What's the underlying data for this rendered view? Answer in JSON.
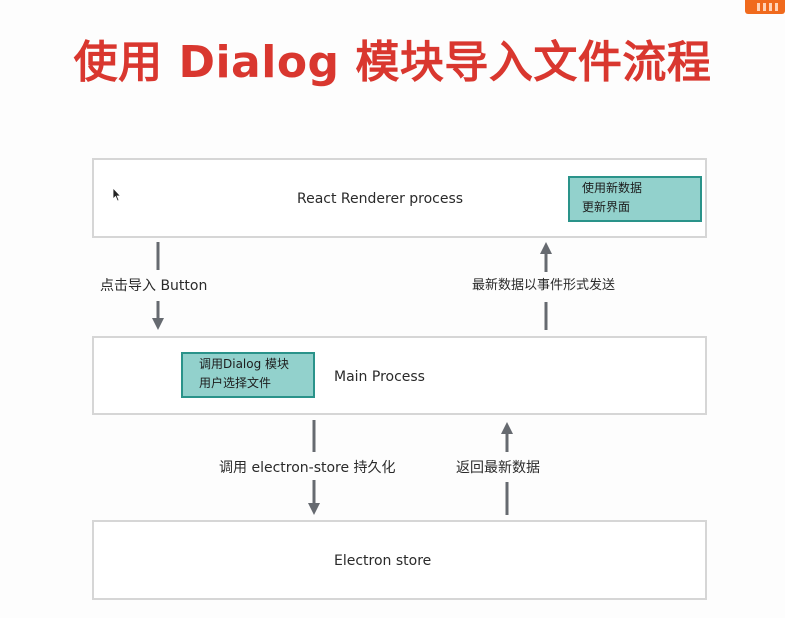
{
  "title": "使用 Dialog 模块导入文件流程",
  "boxes": {
    "renderer": "React  Renderer process",
    "main": "Main Process",
    "store": "Electron store"
  },
  "notes": {
    "renderer": [
      "使用新数据",
      "更新界面"
    ],
    "dialog": [
      "调用Dialog 模块",
      "用户选择文件"
    ]
  },
  "arrows": {
    "click": "点击导入 Button",
    "event": "最新数据以事件形式发送",
    "persist": "调用 electron-store 持久化",
    "return": "返回最新数据"
  },
  "colors": {
    "title": "#d9372f",
    "note_fill": "#92d1cc",
    "note_border": "#2a938a",
    "arrow": "#666a70",
    "logo": "#f06a1d"
  },
  "icons": [
    "mouse-cursor-icon",
    "logo-icon"
  ]
}
